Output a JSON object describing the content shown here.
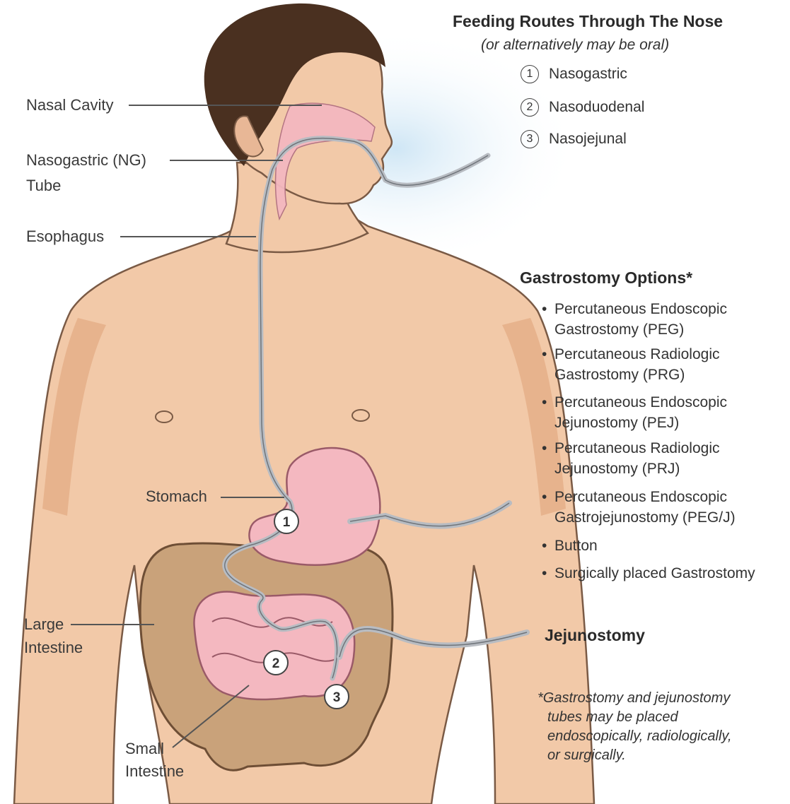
{
  "routes": {
    "title": "Feeding Routes Through The Nose",
    "subtitle": "(or alternatively may be oral)",
    "items": [
      {
        "number": "1",
        "label": "Nasogastric"
      },
      {
        "number": "2",
        "label": "Nasoduodenal"
      },
      {
        "number": "3",
        "label": "Nasojejunal"
      }
    ]
  },
  "gastrostomy": {
    "title": "Gastrostomy Options*",
    "options": [
      {
        "line1": "Percutaneous Endoscopic",
        "line2": "Gastrostomy (PEG)"
      },
      {
        "line1": "Percutaneous Radiologic",
        "line2": "Gastrostomy (PRG)"
      },
      {
        "line1": "Percutaneous Endoscopic",
        "line2": "Jejunostomy (PEJ)"
      },
      {
        "line1": "Percutaneous Radiologic",
        "line2": "Jejunostomy (PRJ)"
      },
      {
        "line1": "Percutaneous Endoscopic",
        "line2": "Gastrojejunostomy (PEG/J)"
      },
      {
        "line1": "Button",
        "line2": ""
      },
      {
        "line1": "Surgically placed Gastrostomy",
        "line2": ""
      }
    ]
  },
  "jejunostomy": {
    "title": "Jejunostomy"
  },
  "footnote": {
    "line1": "*Gastrostomy and jejunostomy",
    "line2": "tubes may be placed",
    "line3": "endoscopically, radiologically,",
    "line4": "or surgically."
  },
  "anatomy_labels": {
    "nasal_cavity": "Nasal Cavity",
    "ng_tube_line1": "Nasogastric (NG)",
    "ng_tube_line2": "Tube",
    "esophagus": "Esophagus",
    "stomach": "Stomach",
    "large_intestine_line1": "Large",
    "large_intestine_line2": "Intestine",
    "small_intestine_line1": "Small",
    "small_intestine_line2": "Intestine"
  },
  "markers": {
    "m1": "1",
    "m2": "2",
    "m3": "3"
  },
  "colors": {
    "skin": "#f2c9a8",
    "skin_shadow": "#e2a982",
    "hair": "#4a3020",
    "organ_pink": "#f4b8c0",
    "intestine_brown": "#c9a27a",
    "tube": "#b8bcc2",
    "glow": "#cfe6f5"
  }
}
